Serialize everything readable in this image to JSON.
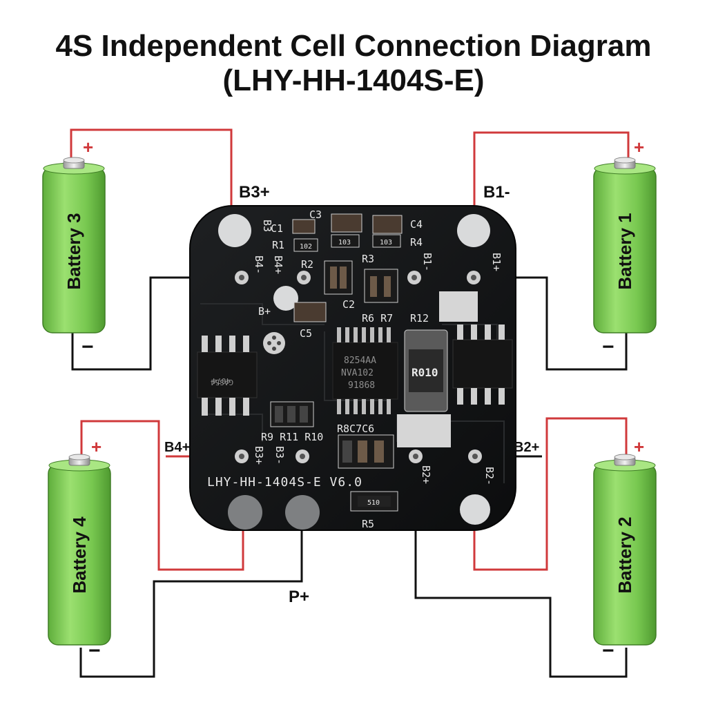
{
  "title": {
    "line1": "4S Independent Cell Connection Diagram",
    "line2": "(LHY-HH-1404S-E)"
  },
  "batteries": [
    {
      "name": "Battery 3",
      "plus": "+",
      "minus": "−"
    },
    {
      "name": "Battery 1",
      "plus": "+",
      "minus": "−"
    },
    {
      "name": "Battery 4",
      "plus": "+",
      "minus": "−"
    },
    {
      "name": "Battery 2",
      "plus": "+",
      "minus": "−"
    }
  ],
  "terminal_labels": {
    "b3_plus": "B3+",
    "b1_minus": "B1-",
    "b4_plus": "B4+",
    "b2_plus": "B2+",
    "p_plus": "P+"
  },
  "board": {
    "model_text": "LHY-HH-1404S-E  V6.0",
    "silkscreen": {
      "b3": "B3",
      "b4_minus": "B4-",
      "b4_plus": "B4+",
      "b_plus": "B+",
      "b1_minus": "B1-",
      "b1_plus": "B1+",
      "b3_plus": "B3+",
      "b3_minus": "B3-",
      "b2_plus": "B2+",
      "b2_minus": "B2-",
      "c1": "C1",
      "c2": "C2",
      "c3": "C3",
      "c4": "C4",
      "c5": "C5",
      "r1": "R1",
      "r2": "R2",
      "r3": "R3",
      "r4": "R4",
      "r5": "R5",
      "r6r7": "R6 R7",
      "r12": "R12",
      "r9r11r10": "R9 R11 R10",
      "r8c7c6": "R8C7C6"
    },
    "ic_main": [
      "8254AA",
      "NVA102",
      "91868"
    ],
    "ic_left": [
      "GAS54",
      "4074"
    ],
    "shunt": "R010",
    "resistor_codes": {
      "r1": "102",
      "r3": "103",
      "r4": "103",
      "r5": "510"
    }
  },
  "colors": {
    "positive_wire": "#d0393b",
    "negative_wire": "#111111",
    "battery_body": "#7fcf55",
    "pcb": "#141516"
  }
}
